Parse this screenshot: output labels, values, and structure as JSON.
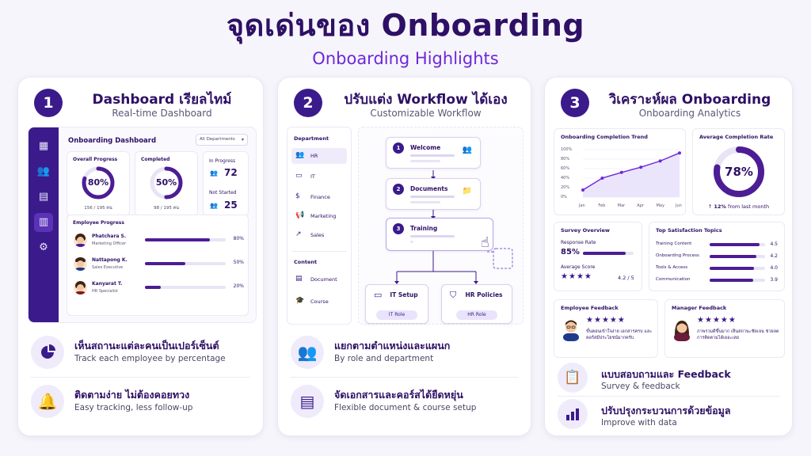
{
  "header": {
    "title": "จุดเด่นของ Onboarding",
    "subtitle": "Onboarding Highlights"
  },
  "colors": {
    "primary": "#3b1a8c",
    "accent": "#6d28d9",
    "track": "#e8e4f5",
    "background": "#f6f5fb"
  },
  "panels": [
    {
      "num": "1",
      "title": "Dashboard เรียลไทม์",
      "subtitle": "Real-time Dashboard",
      "features": [
        {
          "icon": "pie-chart-icon",
          "title": "เห็นสถานะแต่ละคนเป็นเปอร์เซ็นต์",
          "subtitle": "Track each employee by percentage"
        },
        {
          "icon": "bell-icon",
          "title": "ติดตามง่าย ไม่ต้องคอยทวง",
          "subtitle": "Easy tracking, less follow-up"
        }
      ]
    },
    {
      "num": "2",
      "title": "ปรับแต่ง Workflow ได้เอง",
      "subtitle": "Customizable Workflow",
      "features": [
        {
          "icon": "people-icon",
          "title": "แยกตามตำแหน่งและแผนก",
          "subtitle": "By role and department"
        },
        {
          "icon": "document-icon",
          "title": "จัดเอกสารและคอร์สได้ยืดหยุ่น",
          "subtitle": "Flexible document & course setup"
        }
      ]
    },
    {
      "num": "3",
      "title": "วิเคราะห์ผล Onboarding",
      "subtitle": "Onboarding Analytics",
      "features": [
        {
          "icon": "clipboard-icon",
          "title": "แบบสอบถามและ Feedback",
          "subtitle": "Survey & feedback"
        },
        {
          "icon": "bar-chart-icon",
          "title": "ปรับปรุงกระบวนการด้วยข้อมูล",
          "subtitle": "Improve with data"
        }
      ]
    }
  ],
  "dashboard": {
    "title": "Onboarding Dashboard",
    "filter": "All Departments",
    "overall": {
      "label": "Overall Progress",
      "value": "80%",
      "fraction": 0.8,
      "footer": "156 / 195 คน"
    },
    "completed": {
      "label": "Completed",
      "value": "50%",
      "fraction": 0.5,
      "footer": "98 / 195 คน"
    },
    "in_progress": {
      "label": "In Progress",
      "value": "72"
    },
    "not_started": {
      "label": "Not Started",
      "value": "25"
    },
    "employee_title": "Employee Progress",
    "employees": [
      {
        "name": "Phatchara S.",
        "role": "Marketing Officer",
        "pct": "80%",
        "fraction": 0.8
      },
      {
        "name": "Nattapong K.",
        "role": "Sales Executive",
        "pct": "50%",
        "fraction": 0.5
      },
      {
        "name": "Kanyarat T.",
        "role": "HR Specialist",
        "pct": "20%",
        "fraction": 0.2
      }
    ]
  },
  "workflow": {
    "department_heading": "Department",
    "departments": [
      "HR",
      "IT",
      "Finance",
      "Marketing",
      "Sales"
    ],
    "content_heading": "Content",
    "content": [
      "Document",
      "Course"
    ],
    "steps": [
      {
        "num": "1",
        "label": "Welcome"
      },
      {
        "num": "2",
        "label": "Documents"
      },
      {
        "num": "3",
        "label": "Training"
      }
    ],
    "roles": [
      {
        "title": "IT Setup",
        "pill": "IT Role"
      },
      {
        "title": "HR Policies",
        "pill": "HR Role"
      }
    ]
  },
  "analytics": {
    "trend": {
      "title": "Onboarding Completion Trend",
      "y_ticks": [
        "100%",
        "80%",
        "60%",
        "40%",
        "20%",
        "0%"
      ],
      "x_ticks": [
        "Jan",
        "Feb",
        "Mar",
        "Apr",
        "May",
        "Jun"
      ]
    },
    "avg": {
      "title": "Average Completion Rate",
      "value": "78%",
      "fraction": 0.78,
      "delta": "12%",
      "delta_suffix": "from last month"
    },
    "survey": {
      "title": "Survey Overview",
      "response_label": "Response Rate",
      "response_value": "85%",
      "response_fraction": 0.85,
      "score_label": "Average Score",
      "score_value": "4.2 / 5",
      "stars": 4
    },
    "topics": {
      "title": "Top Satisfaction Topics",
      "items": [
        {
          "label": "Training Content",
          "value": "4.5",
          "score": 4.5
        },
        {
          "label": "Onboarding Process",
          "value": "4.2",
          "score": 4.2
        },
        {
          "label": "Tools & Access",
          "value": "4.0",
          "score": 4.0
        },
        {
          "label": "Communication",
          "value": "3.9",
          "score": 3.9
        }
      ]
    },
    "employee_feedback": {
      "title": "Employee Feedback",
      "text": "ขั้นตอนเข้าใจง่าย เอกสารครบ และคอร์สมีประโยชน์มากครับ",
      "stars": 5
    },
    "manager_feedback": {
      "title": "Manager Feedback",
      "text": "ภาพรวมดีขึ้นมาก เห็นสถานะชัดเจน ช่วยลดการติดตามได้เยอะเลย",
      "stars": 5
    }
  },
  "chart_data": {
    "type": "area",
    "x": [
      "Jan",
      "Feb",
      "Mar",
      "Apr",
      "May",
      "Jun"
    ],
    "values": [
      15,
      40,
      52,
      63,
      76,
      93
    ],
    "ylim": [
      0,
      100
    ],
    "grid": true
  }
}
